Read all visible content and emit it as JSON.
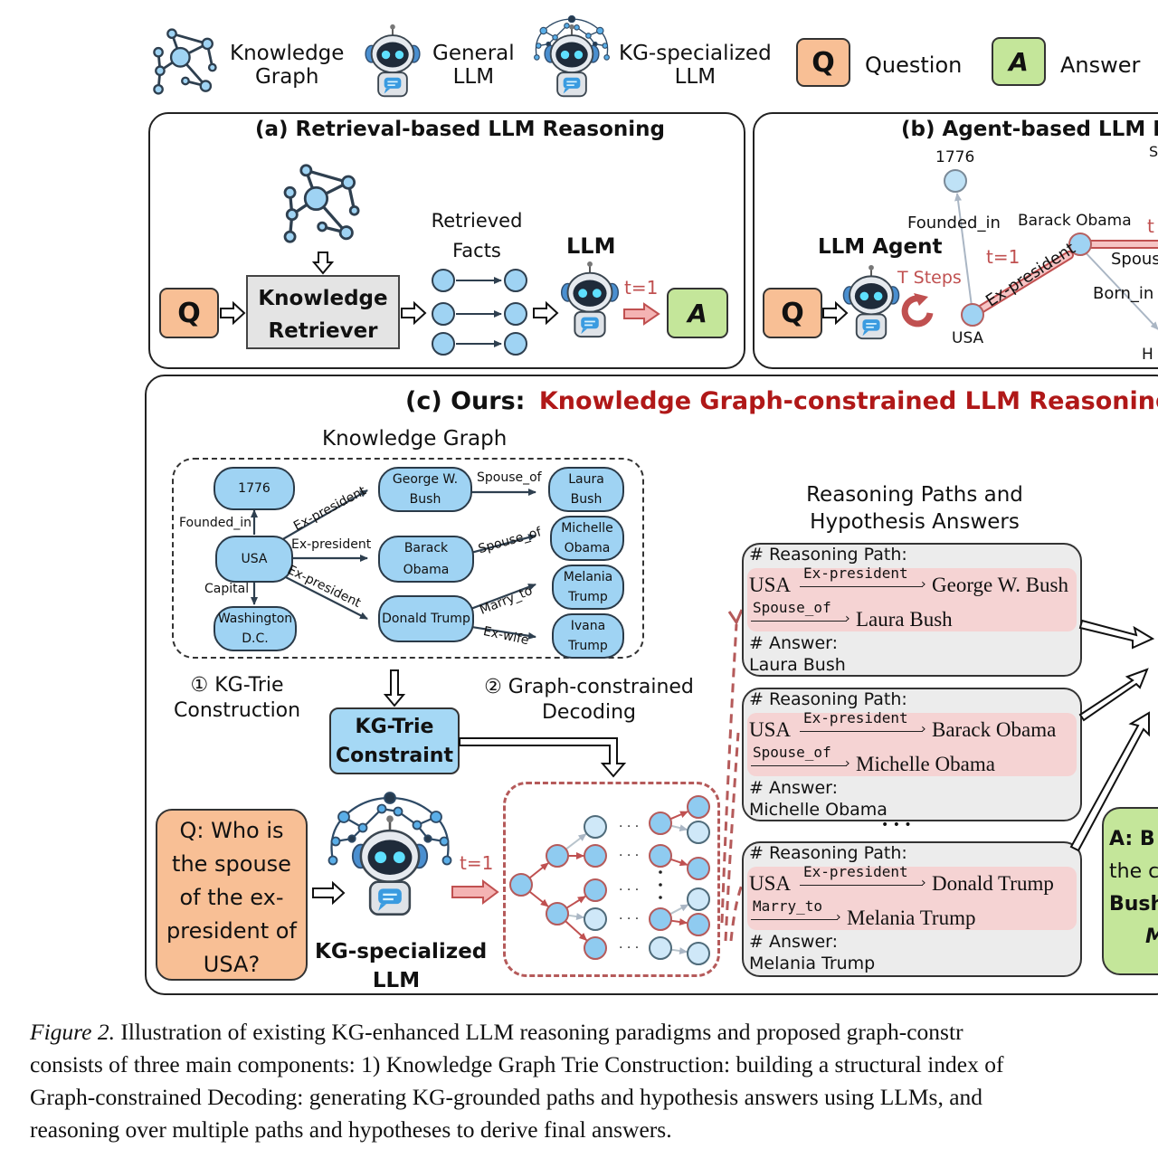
{
  "legend": {
    "knowledge_graph": [
      "Knowledge",
      "Graph"
    ],
    "general_llm": [
      "General",
      "LLM"
    ],
    "kg_llm": [
      "KG-specialized",
      "LLM"
    ],
    "question_glyph": "Q",
    "question_label": "Question",
    "answer_glyph": "A",
    "answer_label": "Answer"
  },
  "panel_a": {
    "title": "(a) Retrieval-based LLM Reasoning",
    "q": "Q",
    "retriever": [
      "Knowledge",
      "Retriever"
    ],
    "retrieved_facts": [
      "Retrieved",
      "Facts"
    ],
    "llm_label": "LLM",
    "step": "t=1",
    "a": "A"
  },
  "panel_b": {
    "title": "(b) Agent-based LLM R",
    "title_cut": "S",
    "q": "Q",
    "agent_label": "LLM Agent",
    "steps": "T Steps",
    "step": "t=1",
    "step2": "t",
    "nodes": {
      "n1776": "1776",
      "obama": "Barack Obama",
      "usa": "USA",
      "ho": "H"
    },
    "edges": {
      "founded": "Founded_in",
      "expres": "Ex-president",
      "spouse": "Spous",
      "born": "Born_in"
    }
  },
  "panel_c": {
    "title_prefix": "(c) Ours:",
    "title_highlight": "Knowledge Graph-constrained LLM Reasoning",
    "kg_title": "Knowledge Graph",
    "kg_nodes": {
      "n1776": "1776",
      "usa": "USA",
      "dc": [
        "Washington",
        "D.C."
      ],
      "bush": [
        "George W.",
        "Bush"
      ],
      "obama": "Barack Obama",
      "trump": "Donald Trump",
      "laura": [
        "Laura",
        "Bush"
      ],
      "michelle": [
        "Michelle",
        "Obama"
      ],
      "melania": [
        "Melania",
        "Trump"
      ],
      "ivana": [
        "Ivana",
        "Trump"
      ]
    },
    "kg_edges": {
      "founded": "Founded_in",
      "capital": "Capital",
      "expres1": "Ex-president",
      "expres2": "Ex-president",
      "expres3": "Ex-president",
      "spouse1": "Spouse_of",
      "spouse2": "Spouse_of",
      "marry": "Marry_to",
      "exwife": "Ex-wife"
    },
    "step1": [
      "① KG-Trie",
      "Construction"
    ],
    "step2": [
      "② Graph-constrained",
      "Decoding"
    ],
    "trie_box": [
      "KG-Trie",
      "Constraint"
    ],
    "question": [
      "Q:  Who is",
      "the spouse",
      "of the ex-",
      "president of",
      "USA?"
    ],
    "kg_llm_label": [
      "KG-specialized",
      "LLM"
    ],
    "step": "t=1",
    "ellipsis": "· · ·",
    "rp_title": [
      "Reasoning Paths and",
      "Hypothesis Answers"
    ],
    "paths": [
      {
        "header": "# Reasoning Path:",
        "head": "USA",
        "rel1": "Ex-president",
        "mid": "George W. Bush",
        "rel2": "Spouse_of",
        "tail": "Laura Bush",
        "ans_header": "# Answer:",
        "answer": "Laura Bush"
      },
      {
        "header": "# Reasoning Path:",
        "head": "USA",
        "rel1": "Ex-president",
        "mid": "Barack Obama",
        "rel2": "Spouse_of",
        "tail": "Michelle Obama",
        "ans_header": "# Answer:",
        "answer": "Michelle Obama"
      },
      {
        "header": "# Reasoning Path:",
        "head": "USA",
        "rel1": "Ex-president",
        "mid": "Donald Trump",
        "rel2": "Marry_to",
        "tail": "Melania Trump",
        "ans_header": "# Answer:",
        "answer": "Melania Trump"
      }
    ],
    "paths_gap": "• • •",
    "final_answer": [
      "A:  B",
      "the c",
      "Bush,",
      "M"
    ]
  },
  "caption": {
    "fig": "Figure 2.",
    "lines": [
      " Illustration of existing KG-enhanced LLM reasoning paradigms and proposed graph-constr",
      "consists of three main components: 1) Knowledge Graph Trie Construction: building a structural index of",
      "Graph-constrained Decoding: generating KG-grounded paths and hypothesis answers using LLMs, and",
      "reasoning over multiple paths and hypotheses to derive final answers."
    ]
  },
  "colors": {
    "question": "#f8bf95",
    "answer": "#c4e69a",
    "node": "#9fd3f3",
    "accent_red": "#b01818",
    "path_red": "#c05050",
    "path_bg": "#f5d3d3",
    "card_bg": "#ececec"
  }
}
